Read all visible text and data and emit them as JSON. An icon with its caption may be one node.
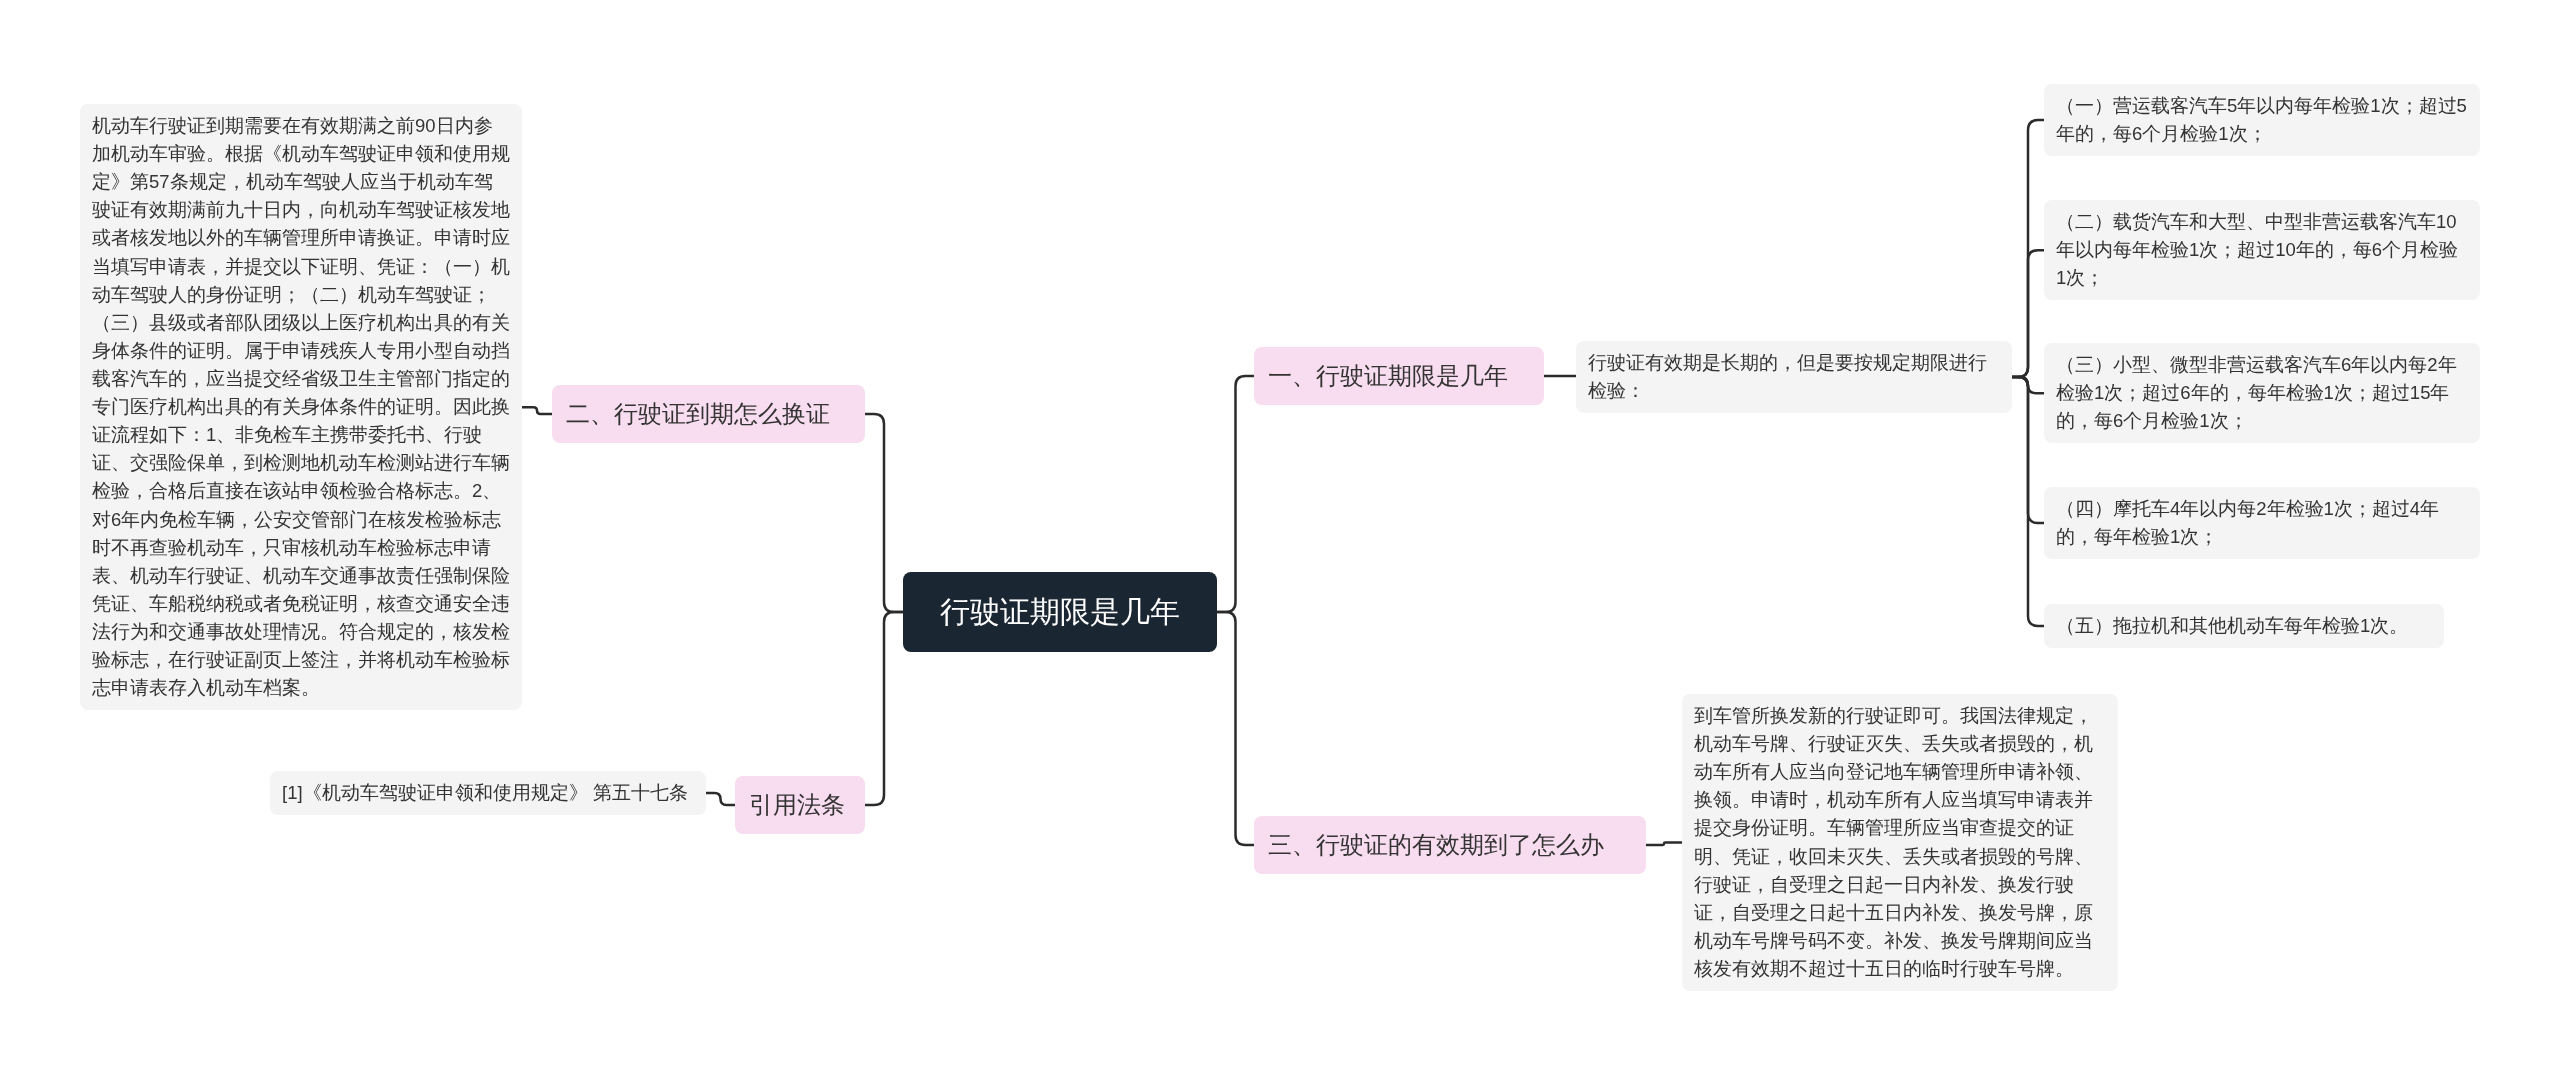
{
  "diagram": {
    "nodes": [
      {
        "text": [
          "行驶证期限是几年"
        ]
      },
      {
        "text": [
          "一、行驶证期限是几年"
        ]
      },
      {
        "text": [
          "行驶证有效期是长期的，但是要按规定期限进行检验："
        ]
      },
      {
        "text": [
          "（一）营运载客汽车5年以内每年检验1次；超过5年的，每6个月检验1次；"
        ]
      },
      {
        "text": [
          "（二）载货汽车和大型、中型非营运载客汽车10年以内每年检验1次；超过10年的，每6个月检验1次；"
        ]
      },
      {
        "text": [
          "（三）小型、微型非营运载客汽车6年以内每2年检验1次；超过6年的，每年检验1次；超过15年的，每6个月检验1次；"
        ]
      },
      {
        "text": [
          "（四）摩托车4年以内每2年检验1次；超过4年的，每年检验1次；"
        ]
      },
      {
        "text": [
          "（五）拖拉机和其他机动车每年检验1次。"
        ]
      },
      {
        "text": [
          "三、行驶证的有效期到了怎么办"
        ]
      },
      {
        "text": [
          "到车管所换发新的行驶证即可。我国法律规定，机动车号牌、行驶证灭失、丢失或者损毁的，机动车所有人应当向登记地车辆管理所申请补领、换领。申请时，机动车所有人应当填写申请表并提交身份证明。车辆管理所应当审查提交的证明、凭证，收回未灭失、丢失或者损毁的号牌、行驶证，自受理之日起一日内补发、换发行驶证，自受理之日起十五日内补发、换发号牌，原机动车号牌号码不变。补发、换发号牌期间应当核发有效期不超过十五日的临时行驶车号牌。"
        ]
      },
      {
        "text": [
          "二、行驶证到期怎么换证"
        ]
      },
      {
        "text": [
          "机动车行驶证到期需要在有效期满之前90日内参加机动车审验。根据《机动车驾驶证申领和使用规定》第57条规定，机动车驾驶人应当于机动车驾驶证有效期满前九十日内，向机动车驾驶证核发地或者核发地以外的车辆管理所申请换证。申请时应当填写申请表，并提交以下证明、凭证：（一）机动车驾驶人的身份证明；（二）机动车驾驶证；（三）县级或者部队团级以上医疗机构出具的有关身体条件的证明。属于申请残疾人专用小型自动挡载客汽车的，应当提交经省级卫生主管部门指定的专门医疗机构出具的有关身体条件的证明。因此换证流程如下：1、非免检车主携带委托书、行驶证、交强险保单，到检测地机动车检测站进行车辆检验，合格后直接在该站申领检验合格标志。2、对6年内免检车辆，公安交管部门在核发检验标志时不再查验机动车，只审核机动车检验标志申请表、机动车行驶证、机动车交通事故责任强制保险凭证、车船税纳税或者免税证明，核查交通安全违法行为和交通事故处理情况。符合规定的，核发检验标志，在行驶证副页上签注，并将机动车检验标志申请表存入机动车档案。"
        ]
      },
      {
        "text": [
          "引用法条"
        ]
      },
      {
        "text": [
          "[1]《机动车驾驶证申领和使用规定》 第五十七条"
        ]
      }
    ],
    "edges": [
      {
        "from": 0,
        "to": 1,
        "arrow": "none"
      },
      {
        "from": 1,
        "to": 2,
        "arrow": "none"
      },
      {
        "from": 2,
        "to": 3,
        "arrow": "none"
      },
      {
        "from": 2,
        "to": 4,
        "arrow": "none"
      },
      {
        "from": 2,
        "to": 5,
        "arrow": "none"
      },
      {
        "from": 2,
        "to": 6,
        "arrow": "none"
      },
      {
        "from": 2,
        "to": 7,
        "arrow": "none"
      },
      {
        "from": 0,
        "to": 8,
        "arrow": "none"
      },
      {
        "from": 8,
        "to": 9,
        "arrow": "none"
      },
      {
        "from": 0,
        "to": 10,
        "arrow": "none"
      },
      {
        "from": 10,
        "to": 11,
        "arrow": "none"
      },
      {
        "from": 0,
        "to": 12,
        "arrow": "none"
      },
      {
        "from": 12,
        "to": 13,
        "arrow": "none"
      }
    ]
  }
}
